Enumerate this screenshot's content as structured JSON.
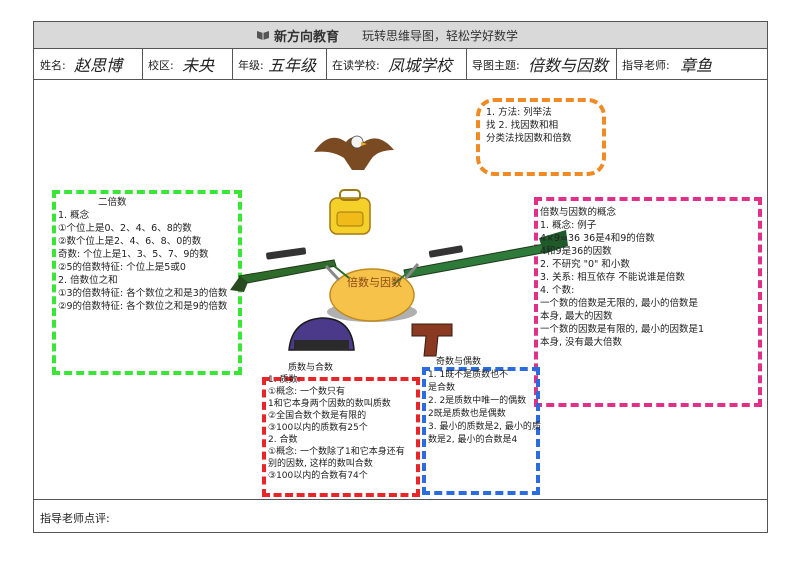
{
  "header": {
    "brand": "新方向教育",
    "slogan": "玩转思维导图，轻松学好数学"
  },
  "info": {
    "name_label": "姓名:",
    "name_value": "赵思博",
    "campus_label": "校区:",
    "campus_value": "未央",
    "grade_label": "年级:",
    "grade_value": "五年级",
    "school_label": "在读学校:",
    "school_value": "凤城学校",
    "topic_label": "导图主题:",
    "topic_value": "倍数与因数",
    "teacher_label": "指导老师:",
    "teacher_value": "章鱼"
  },
  "center": {
    "label": "倍数与因数"
  },
  "branches": {
    "top": {
      "lines": [
        "1. 方法: 列举法",
        "找 2. 找因数和相",
        "分类法找因数和倍数"
      ]
    },
    "left": {
      "title": "二倍数",
      "lines": [
        "1. 概念",
        "①个位上是0、2、4、6、8的数",
        "②数个位上是2、4、6、8、0的数",
        "奇数: 个位上是1、3、5、7、9的数",
        "②5的倍数特征: 个位上是5或0",
        "2. 倍数位之和",
        "①3的倍数特征: 各个数位之和是3的倍数",
        "②9的倍数特征: 各个数位之和是9的倍数"
      ]
    },
    "right": {
      "title": "倍数与因数的概念",
      "lines": [
        "1. 概念: 例子",
        "4×9=36  36是4和9的倍数",
        "4和9是36的因数",
        "2. 不研究 \"0\" 和小数",
        "3. 关系: 相互依存 不能说谁是倍数",
        "4. 个数:",
        "一个数的倍数是无限的, 最小的倍数是",
        "本身, 最大的因数",
        "一个数的因数是有限的, 最小的因数是1",
        "本身, 没有最大倍数"
      ]
    },
    "bottom_left": {
      "title": "质数与合数",
      "lines": [
        "1. 质数:",
        "①概念: 一个数只有",
        "1和它本身两个因数的数叫质数",
        "②全国合数个数是有限的",
        "③100以内的质数有25个",
        "2. 合数",
        "①概念: 一个数除了1和它本身还有",
        "别的因数, 这样的数叫合数",
        "③100以内的合数有74个"
      ]
    },
    "bottom_right": {
      "title": "奇数与偶数",
      "lines": [
        "1. 1既不是质数也不",
        "是合数",
        "2. 2是质数中唯一的偶数",
        "2既是质数也是偶数",
        "3. 最小的质数是2, 最小的质",
        "数是2, 最小的合数是4"
      ]
    }
  },
  "footer": {
    "comment_label": "指导老师点评:"
  },
  "colors": {
    "green": "#39e636",
    "pink": "#e0308a",
    "orange": "#f08a24",
    "red": "#e8262a",
    "blue": "#2a6be0",
    "purple": "#7a2fa8"
  }
}
